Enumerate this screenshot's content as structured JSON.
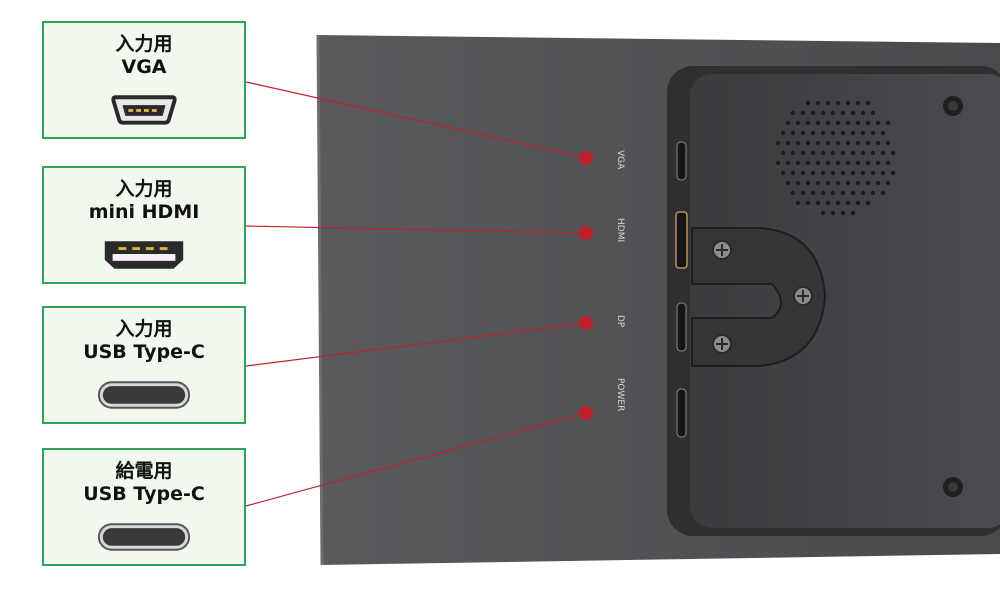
{
  "callouts": [
    {
      "line1": "入力用",
      "line2": "VGA",
      "icon": "vga-port-icon"
    },
    {
      "line1": "入力用",
      "line2": "mini HDMI",
      "icon": "mini-hdmi-port-icon"
    },
    {
      "line1": "入力用",
      "line2": "USB Type-C",
      "icon": "usb-c-port-icon"
    },
    {
      "line1": "給電用",
      "line2": "USB Type-C",
      "icon": "usb-c-port-icon"
    }
  ],
  "port_labels": {
    "vga": "VGA",
    "hdmi": "HDMI",
    "dp": "DP",
    "power": "POWER"
  },
  "colors": {
    "panel": "#4f4f52",
    "callout_border": "#2fa35a",
    "callout_fill": "#f1f9ee",
    "leader": "#c0202a"
  }
}
